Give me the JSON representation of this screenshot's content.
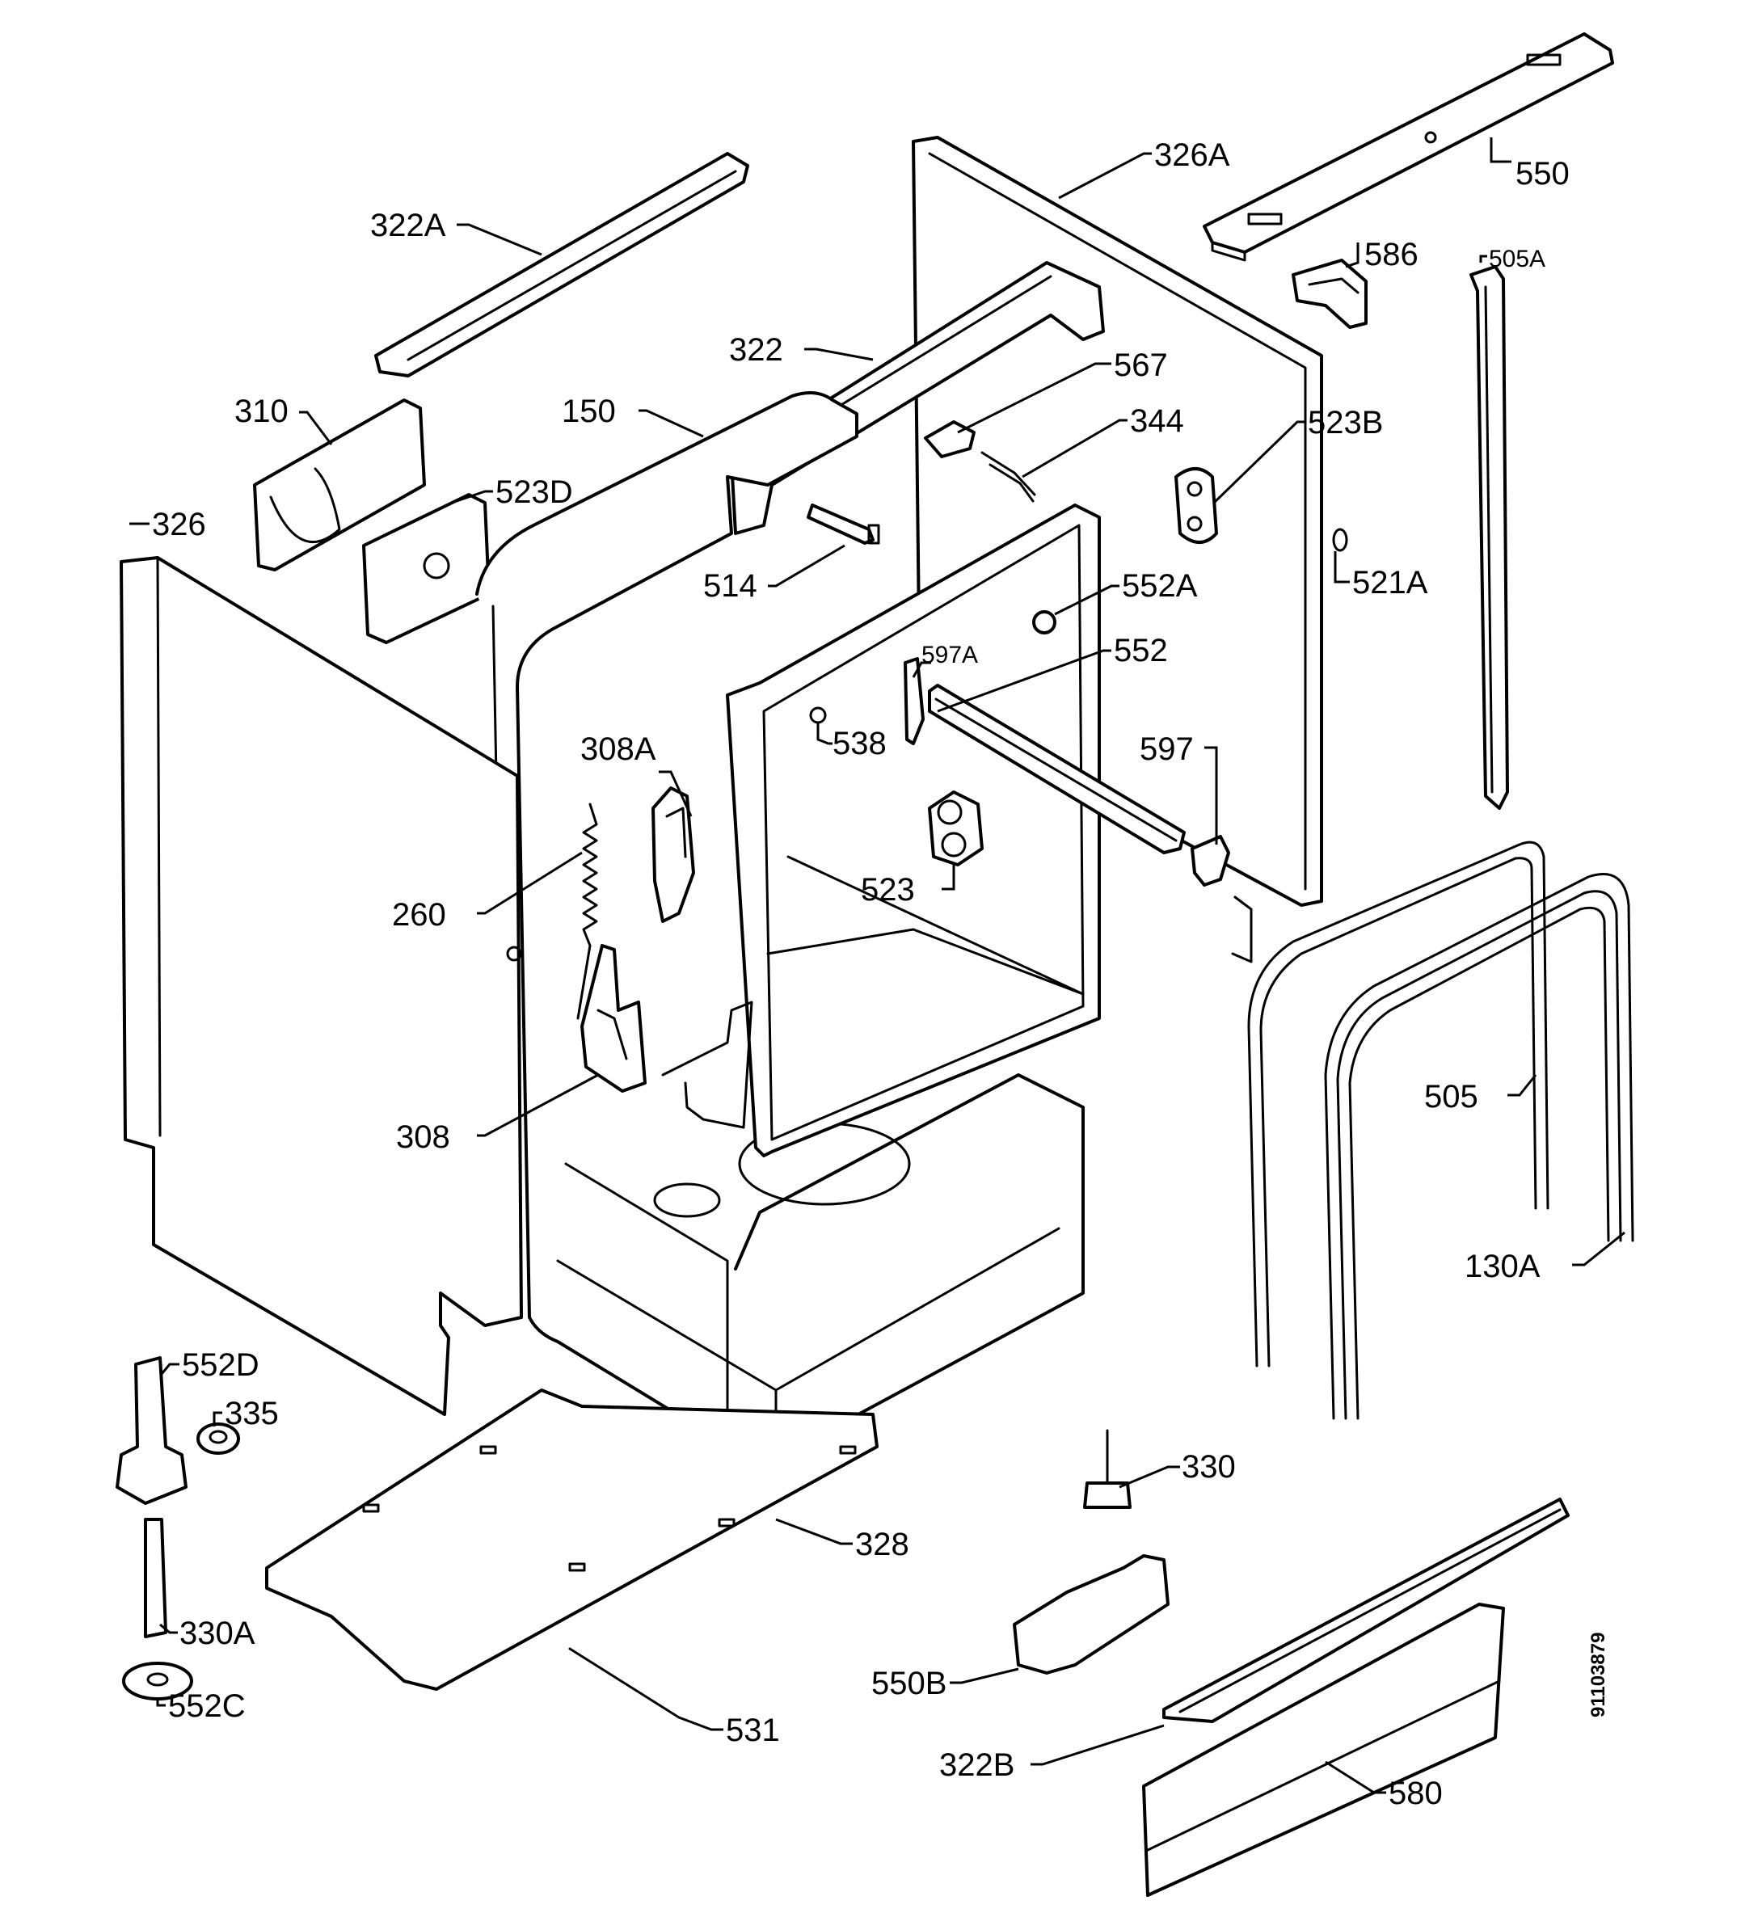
{
  "diagram": {
    "document_number": "91103879",
    "callouts": [
      {
        "id": "550",
        "text": "550"
      },
      {
        "id": "326A",
        "text": "326A"
      },
      {
        "id": "322A",
        "text": "322A"
      },
      {
        "id": "586",
        "text": "586"
      },
      {
        "id": "505A",
        "text": "505A"
      },
      {
        "id": "322",
        "text": "322"
      },
      {
        "id": "567",
        "text": "567"
      },
      {
        "id": "310",
        "text": "310"
      },
      {
        "id": "150",
        "text": "150"
      },
      {
        "id": "344",
        "text": "344"
      },
      {
        "id": "523B",
        "text": "523B"
      },
      {
        "id": "523D",
        "text": "523D"
      },
      {
        "id": "326",
        "text": "326"
      },
      {
        "id": "514",
        "text": "514"
      },
      {
        "id": "521A",
        "text": "521A"
      },
      {
        "id": "552A",
        "text": "552A"
      },
      {
        "id": "597A",
        "text": "597A"
      },
      {
        "id": "552",
        "text": "552"
      },
      {
        "id": "538",
        "text": "538"
      },
      {
        "id": "308A",
        "text": "308A"
      },
      {
        "id": "597",
        "text": "597"
      },
      {
        "id": "523",
        "text": "523"
      },
      {
        "id": "260",
        "text": "260"
      },
      {
        "id": "505",
        "text": "505"
      },
      {
        "id": "308",
        "text": "308"
      },
      {
        "id": "130A",
        "text": "130A"
      },
      {
        "id": "552D",
        "text": "552D"
      },
      {
        "id": "335",
        "text": "335"
      },
      {
        "id": "330",
        "text": "330"
      },
      {
        "id": "328",
        "text": "328"
      },
      {
        "id": "330A",
        "text": "330A"
      },
      {
        "id": "550B",
        "text": "550B"
      },
      {
        "id": "552C",
        "text": "552C"
      },
      {
        "id": "531",
        "text": "531"
      },
      {
        "id": "322B",
        "text": "322B"
      },
      {
        "id": "580",
        "text": "580"
      }
    ]
  }
}
